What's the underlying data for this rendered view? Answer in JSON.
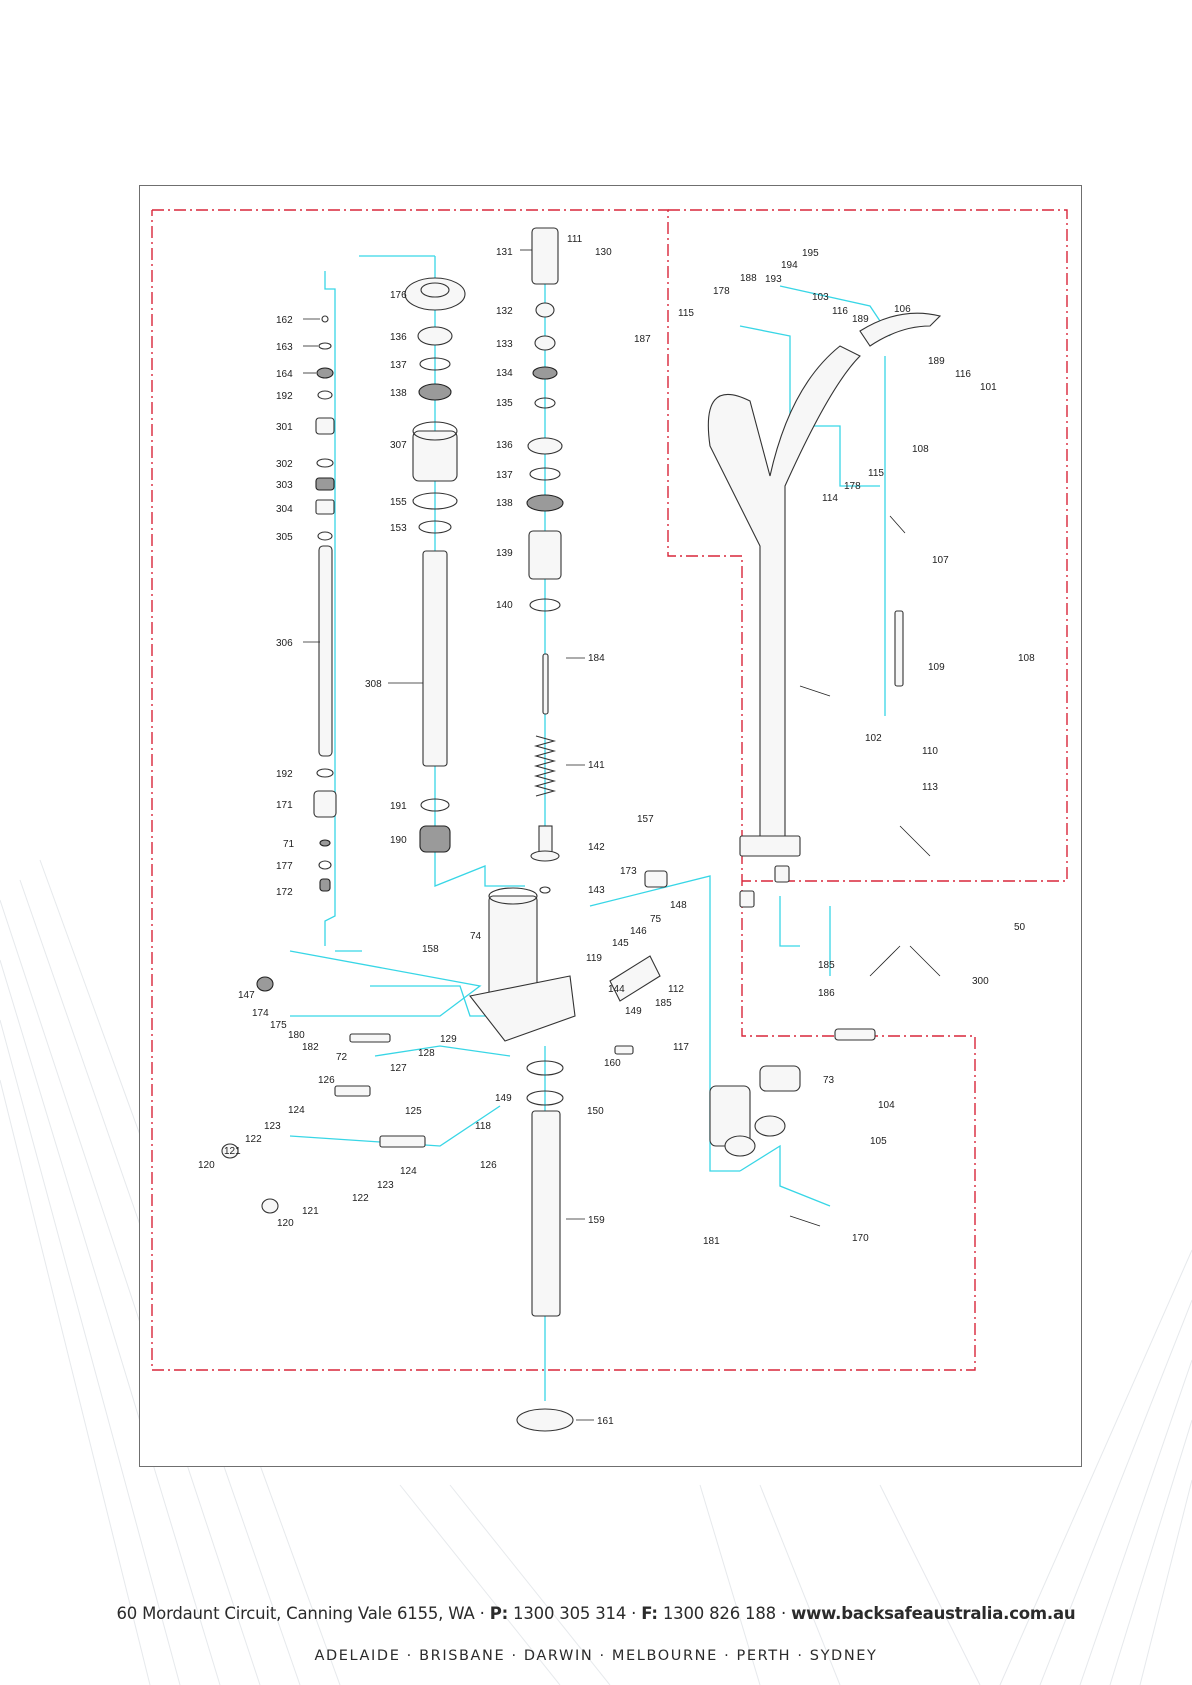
{
  "diagram": {
    "part_labels": [
      "111",
      "130",
      "131",
      "132",
      "133",
      "134",
      "135",
      "136",
      "137",
      "138",
      "139",
      "140",
      "184",
      "141",
      "142",
      "143",
      "162",
      "163",
      "164",
      "192",
      "301",
      "302",
      "303",
      "304",
      "305",
      "306",
      "192",
      "171",
      "71",
      "177",
      "172",
      "176",
      "136",
      "137",
      "138",
      "307",
      "155",
      "153",
      "308",
      "191",
      "190",
      "157",
      "173",
      "148",
      "75",
      "146",
      "145",
      "119",
      "144",
      "112",
      "185",
      "149",
      "117",
      "160",
      "74",
      "158",
      "147",
      "174",
      "175",
      "180",
      "182",
      "72",
      "129",
      "128",
      "127",
      "126",
      "125",
      "124",
      "123",
      "122",
      "121",
      "120",
      "118",
      "149",
      "126",
      "124",
      "123",
      "122",
      "121",
      "120",
      "150",
      "159",
      "161",
      "115",
      "178",
      "188",
      "193",
      "194",
      "195",
      "103",
      "116",
      "189",
      "106",
      "187",
      "189",
      "116",
      "101",
      "108",
      "114",
      "178",
      "115",
      "107",
      "108",
      "109",
      "110",
      "113",
      "102",
      "185",
      "186",
      "50",
      "300",
      "73",
      "104",
      "105",
      "181",
      "170"
    ]
  },
  "footer": {
    "address": "60 Mordaunt Circuit, Canning Vale 6155, WA · ",
    "phone_label": "P:",
    "phone": " 1300 305 314 · ",
    "fax_label": "F:",
    "fax": "  1300 826 188 · ",
    "website": "www.backsafeaustralia.com.au",
    "cities": "ADELAIDE · BRISBANE · DARWIN · MELBOURNE · PERTH · SYDNEY"
  }
}
